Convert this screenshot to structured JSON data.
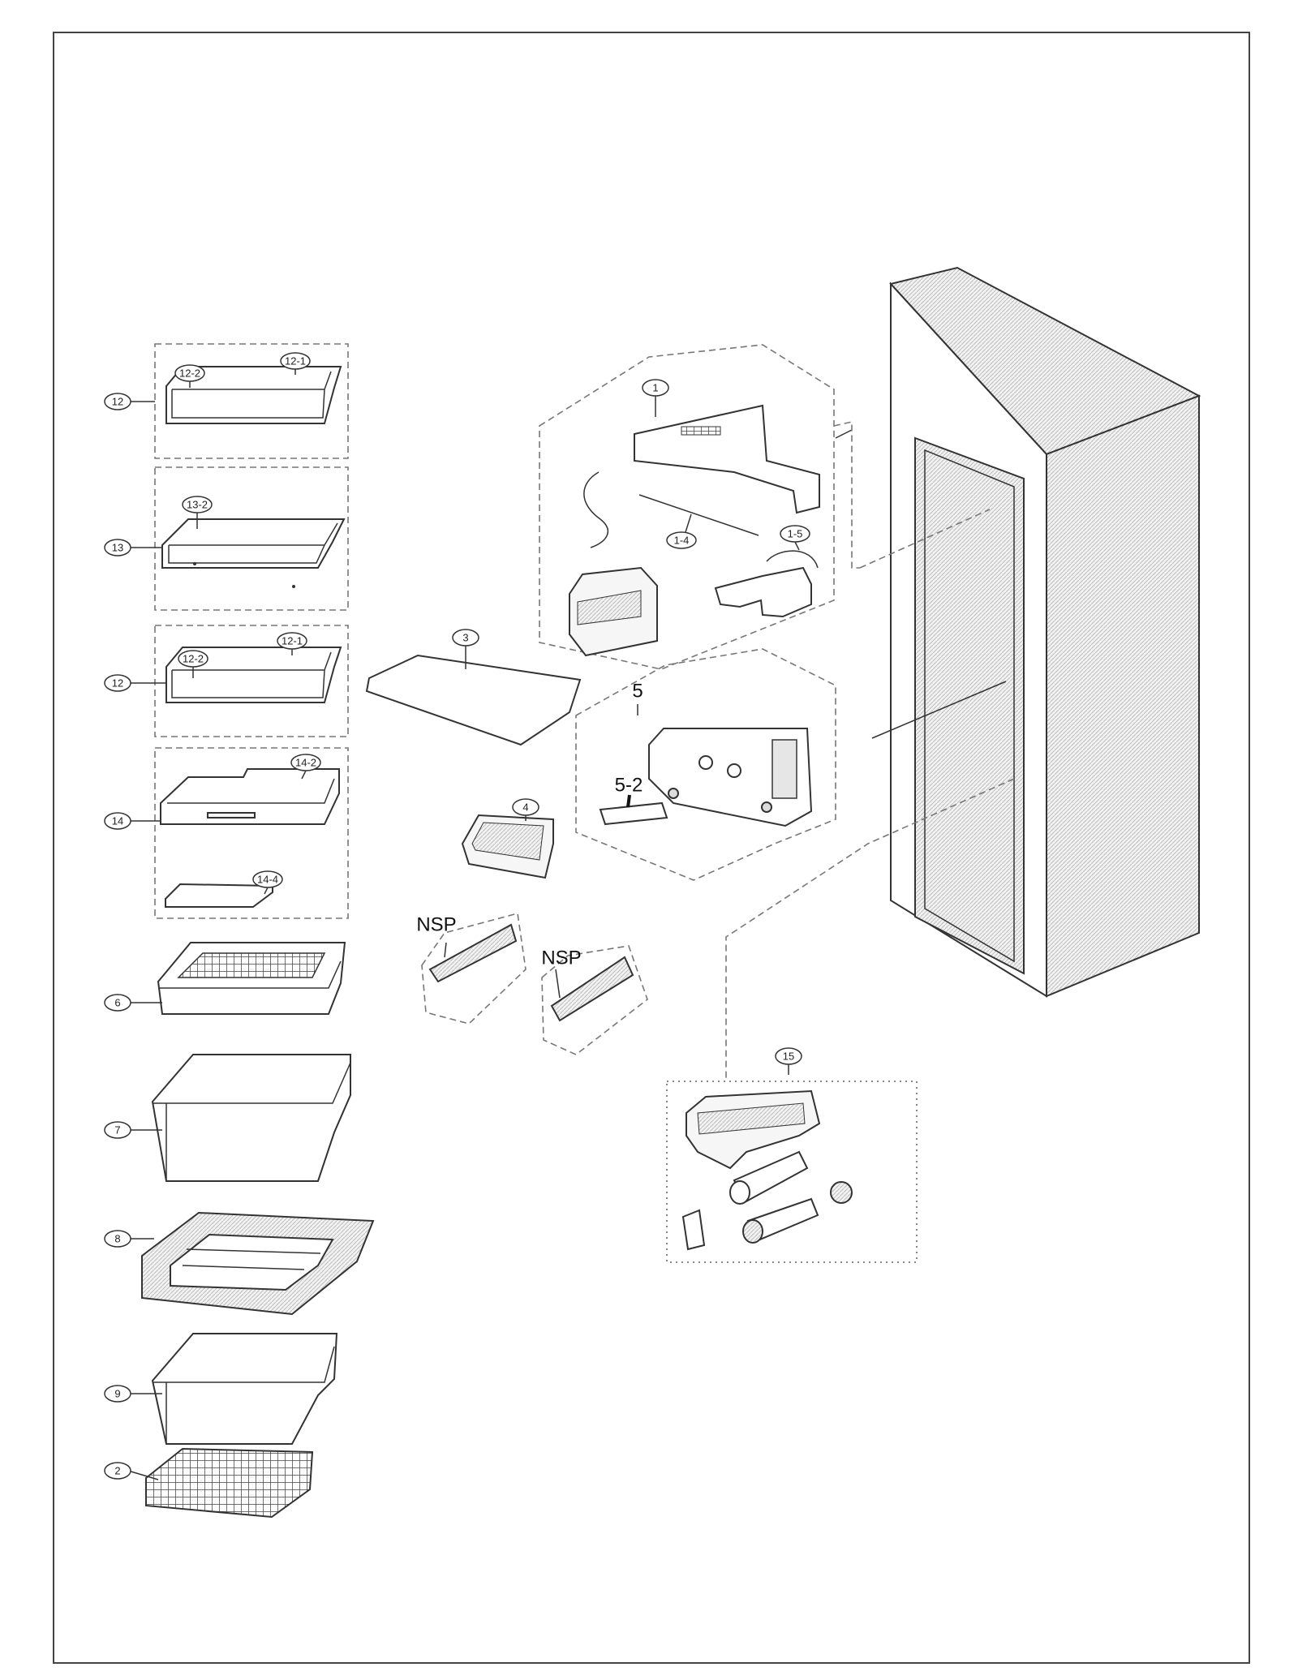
{
  "callouts": {
    "c12a": "12",
    "c12a_2": "12-2",
    "c12a_1": "12-1",
    "c13": "13",
    "c13_2": "13-2",
    "c12b": "12",
    "c12b_2": "12-2",
    "c12b_1": "12-1",
    "c14": "14",
    "c14_2": "14-2",
    "c14_4": "14-4",
    "c6": "6",
    "c7": "7",
    "c8": "8",
    "c9": "9",
    "c2": "2",
    "c1": "1",
    "c1_4": "1-4",
    "c1_5": "1-5",
    "c3": "3",
    "c4": "4",
    "c15": "15"
  },
  "labels": {
    "part5": "5",
    "part5_2": "5-2",
    "nsp_a": "NSP",
    "nsp_b": "NSP"
  }
}
